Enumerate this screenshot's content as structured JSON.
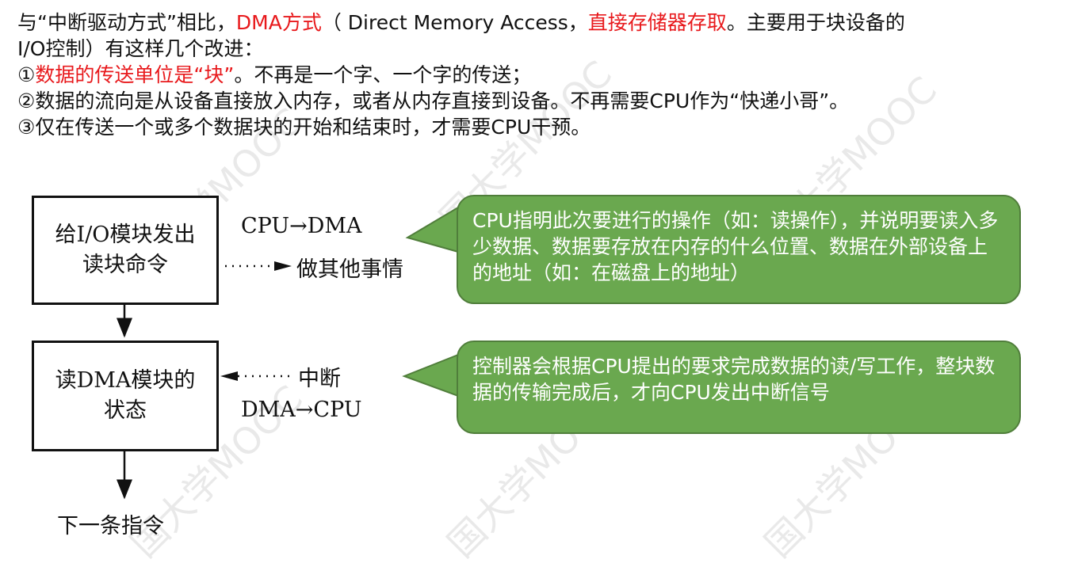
{
  "intro": {
    "line1_a": "与“中断驱动方式”相比，",
    "line1_b": "DMA方式",
    "line1_c": "（ Direct Memory Access，",
    "line1_d": "直接存储器存取",
    "line1_e": "。主要用于块设备的",
    "line2": "I/O控制）有这样几个改进：",
    "p1_num": "①",
    "p1_red": "数据的传送单位是“块”",
    "p1_rest": "。不再是一个字、一个字的传送；",
    "p2": "②数据的流向是从设备直接放入内存，或者从内存直接到设备。不再需要CPU作为“快递小哥”。",
    "p3": "③仅在传送一个或多个数据块的开始和结束时，才需要CPU干预。"
  },
  "flow": {
    "box1_line1": "给I/O模块发出",
    "box1_line2": "读块命令",
    "label_cpu_dma": "CPU→DMA",
    "label_other": "做其他事情",
    "box2_line1": "读DMA模块的",
    "box2_line2": "状态",
    "label_interrupt": "中断",
    "label_dma_cpu": "DMA→CPU",
    "next": "下一条指令"
  },
  "callouts": {
    "c1": "CPU指明此次要进行的操作（如：读操作），并说明要读入多少数据、数据要存放在内存的什么位置、数据在外部设备上的地址（如：在磁盘上的地址）",
    "c2": "控制器会根据CPU提出的要求完成数据的读/写工作，整块数据的传输完成后，才向CPU发出中断信号"
  },
  "colors": {
    "highlight_red": "#e8191c",
    "callout_green": "#6aa84f",
    "callout_border": "#507e3b"
  }
}
